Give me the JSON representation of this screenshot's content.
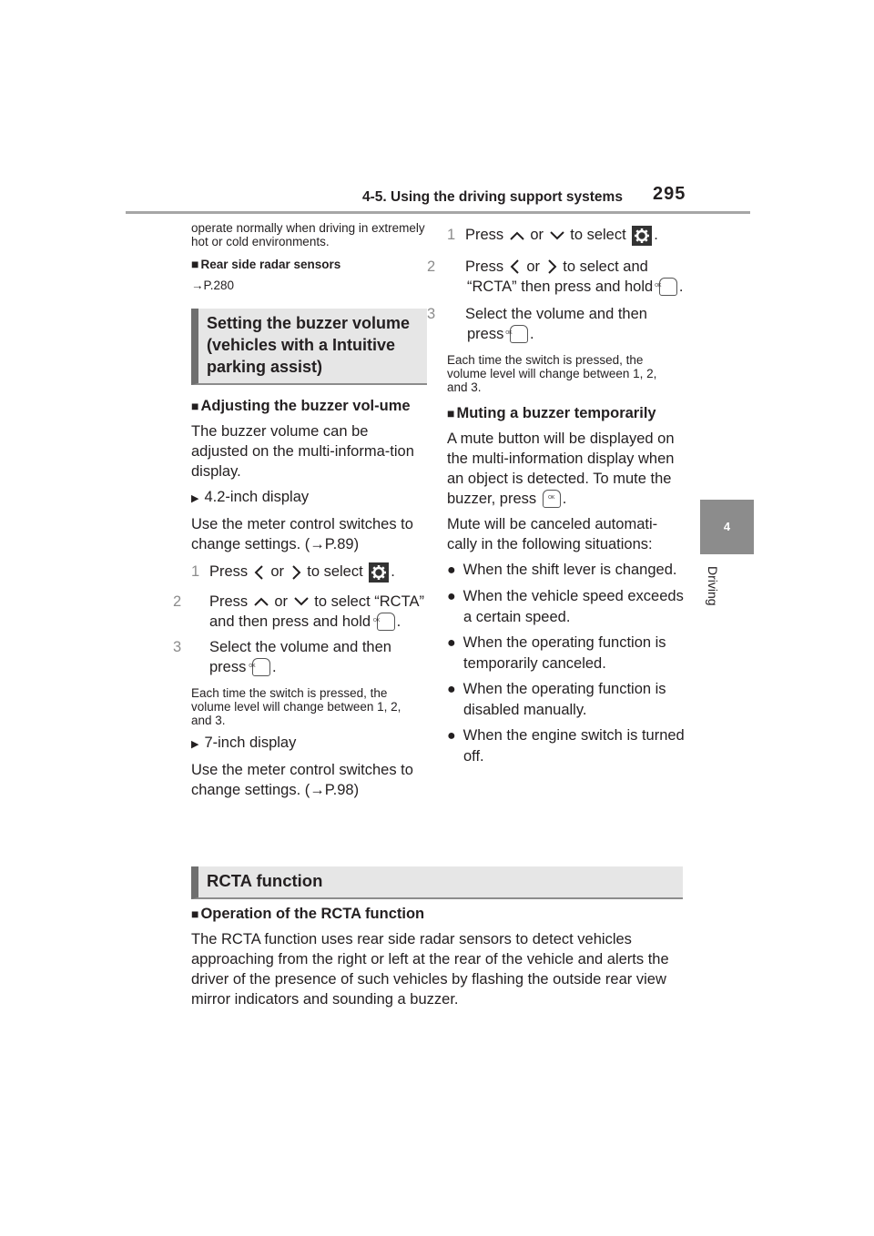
{
  "header": {
    "section_title": "4-5. Using the driving support systems",
    "page_number": "295"
  },
  "side_tab": {
    "number": "4",
    "label": "Driving"
  },
  "left": {
    "intro": "operate normally when driving in extremely hot or cold environments.",
    "rear_sensors_heading": "Rear side radar sensors",
    "rear_sensors_ref": "P.280",
    "section_heading": "Setting the buzzer volume (vehicles with a Intuitive parking assist)",
    "adjust_heading": "Adjusting the buzzer vol-ume",
    "adjust_text": "The buzzer volume can be adjusted on the multi-informa-tion display.",
    "display42": "4.2-inch display",
    "meter_text_1": "Use the meter control switches to change settings. (",
    "meter_ref_1": "P.89",
    "step1_a": "Press",
    "step1_or": "or",
    "step1_b": "to select",
    "step2_a": "Press",
    "step2_or": "or",
    "step2_b": "to select “RCTA” and then press and hold",
    "step3_a": "Select the volume and then press",
    "volume_note": "Each time the switch is pressed, the volume level will change between 1, 2, and 3.",
    "display7": "7-inch display",
    "meter_text_2": "Use the meter control switches to change settings. (",
    "meter_ref_2": "P.98"
  },
  "right": {
    "step1_a": "Press",
    "step1_or": "or",
    "step1_b": "to select",
    "step2_a": "Press",
    "step2_or": "or",
    "step2_b": "to select and “RCTA” then press and hold",
    "step3_a": "Select the volume and then press",
    "volume_note": "Each time the switch is pressed, the volume level will change between 1, 2, and 3.",
    "mute_heading": "Muting a buzzer temporarily",
    "mute_text": "A mute button will be displayed on the multi-information display when an object is detected. To mute the buzzer, press",
    "cancel_text": "Mute will be canceled automati-cally in the following situations:",
    "bullets": [
      "When the shift lever is changed.",
      "When the vehicle speed exceeds a certain speed.",
      "When the operating function is temporarily canceled.",
      "When the operating function is disabled manually.",
      "When the engine switch is turned off."
    ]
  },
  "bottom": {
    "section_heading": "RCTA function",
    "op_heading": "Operation of the RCTA function",
    "op_text": "The RCTA function uses rear side radar sensors to detect vehicles approaching from the right or left at the rear of the vehicle and alerts the driver of the presence of such vehicles by flashing the outside rear view mirror indicators and sounding a buzzer."
  },
  "icons": {
    "step_numbers": [
      "1",
      "2",
      "3"
    ],
    "ok_label": "OK"
  }
}
